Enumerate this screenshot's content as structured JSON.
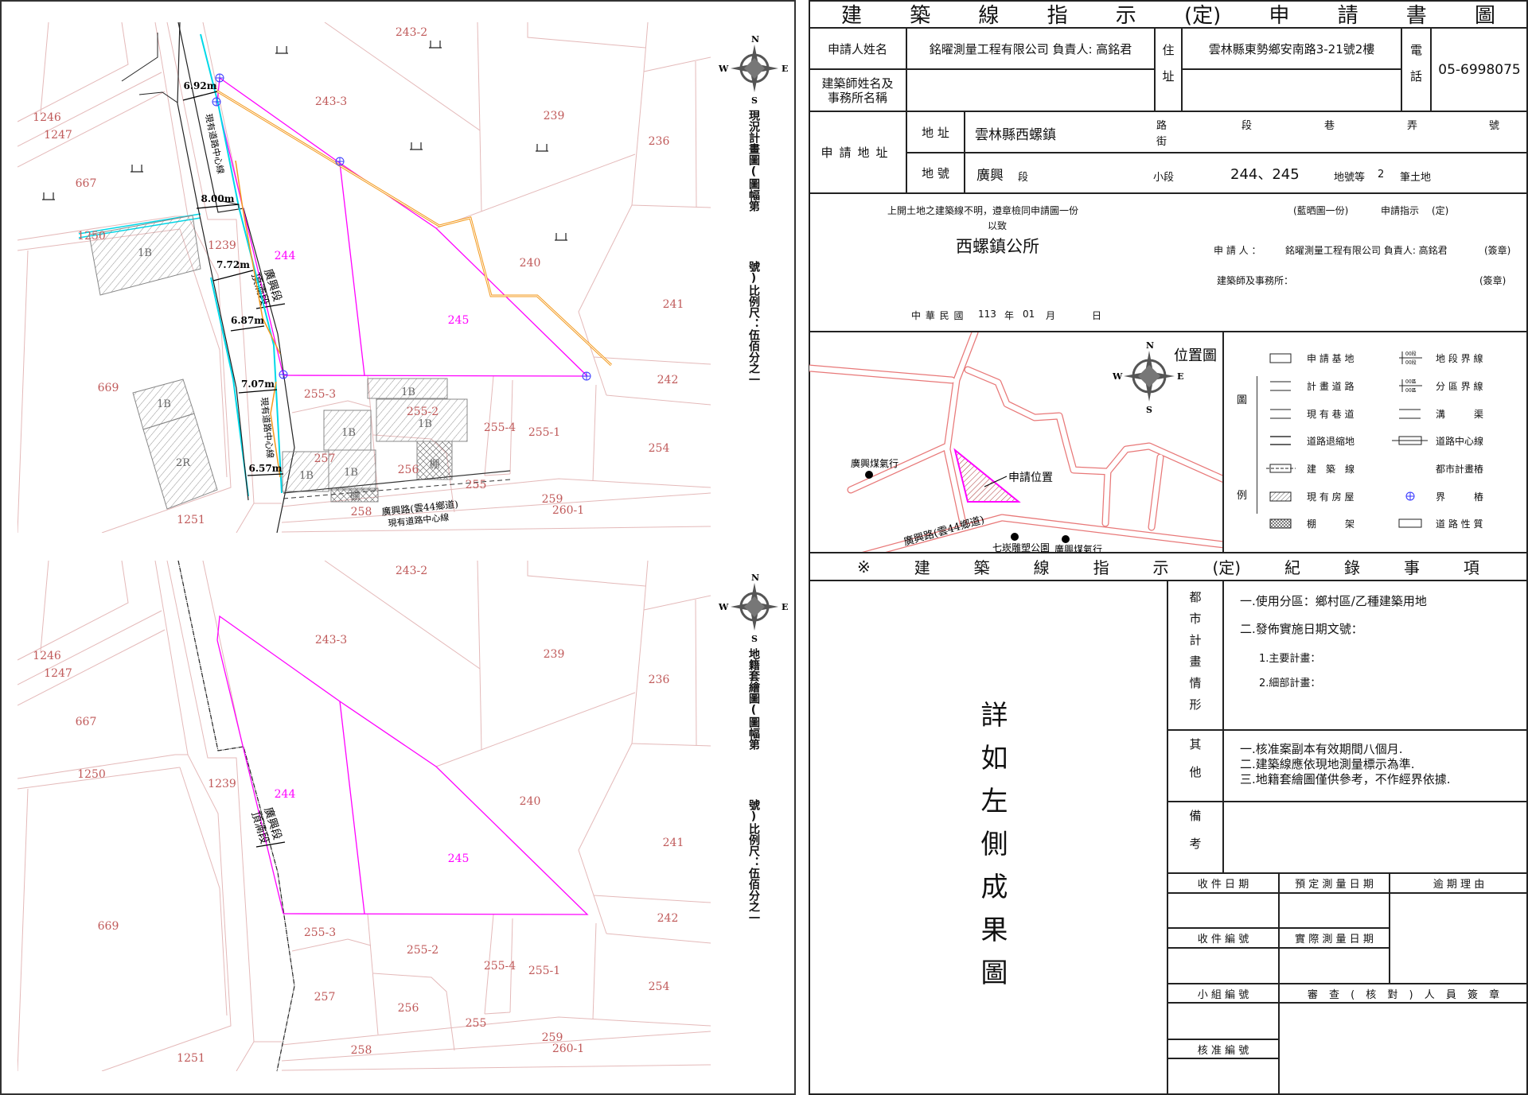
{
  "title": [
    "建",
    "築",
    "線",
    "指",
    "示",
    "(定)",
    "申",
    "請",
    "書",
    "圖"
  ],
  "applicant": {
    "name_label": "申請人姓名",
    "name_value": "銘曜測量工程有限公司  負責人: 高銘君",
    "architect_label": "建築師姓名及事務所名稱",
    "address_label": "住址",
    "address_value": "雲林縣東勢鄉安南路3-21號2樓",
    "phone_label": "電話",
    "phone_value": "05-6998075"
  },
  "site": {
    "label": "申請地址",
    "addr_label": "地 址",
    "addr_value": "雲林縣西螺鎮",
    "road": "路",
    "street": "街",
    "section": "段",
    "lane": "巷",
    "alley": "弄",
    "number": "號",
    "lot_label": "地 號",
    "lot_section": "廣興",
    "lot_section_unit": "段",
    "subsection": "小段",
    "lots": "244、245",
    "lot_count_label": "地號等",
    "lot_count": "2",
    "lot_count_unit": "筆土地"
  },
  "statement": {
    "line1": "上開土地之建築線不明，遵章檢同申請圖一份",
    "line2": "以致",
    "office": "西螺鎮公所",
    "blueprint": "(藍晒圖一份)",
    "request": "申請指示",
    "request_mode": "(定)",
    "applicant_label": "申 請 人 ：",
    "applicant_value": "銘曜測量工程有限公司  負責人: 高銘君",
    "seal1": "(簽章)",
    "architect_label": "建築師及事務所：",
    "seal2": "(簽章)",
    "date": {
      "era": "中 華 民 國",
      "year": "113",
      "year_unit": "年",
      "month": "01",
      "month_unit": "月",
      "day_unit": "日"
    }
  },
  "location_map": {
    "title": "位置圖",
    "site": "申請位置",
    "poi1": "廣興煤氣行",
    "poi2": "七崁雕塑公園",
    "poi3": "廣興煤氣行",
    "road": "廣興路(雲44鄉道)",
    "compass": {
      "n": "N",
      "e": "E",
      "s": "S",
      "w": "W"
    }
  },
  "legend": {
    "heading1": "圖",
    "heading2": "例",
    "items": [
      "申 請 基 地",
      "計 畫 道 路",
      "現 有 巷 道",
      "道路退縮地",
      "建　築　線",
      "現 有 房 屋",
      "棚　　　架",
      "地 段 界 線",
      "分 區 界 線",
      "溝　　　渠",
      "道路中心線",
      "都市計畫樁",
      "界　　　樁",
      "道 路 性 質"
    ]
  },
  "record": {
    "heading": [
      "※",
      "建",
      "築",
      "線",
      "指",
      "示",
      "(定)",
      "紀",
      "錄",
      "事",
      "項"
    ],
    "see_left": "詳如左側成果圖",
    "urban_label": "都市計畫情形",
    "urban_lines": [
      "一.使用分區：鄉村區/乙種建築用地",
      "二.發佈實施日期文號：",
      "1.主要計畫：",
      "2.細部計畫："
    ],
    "other_label": "其他",
    "other_lines": [
      "一.核准案副本有效期間八個月.",
      "二.建築線應依現地測量標示為準.",
      "三.地籍套繪圖僅供參考，不作經界依據."
    ],
    "remark_label": "備考",
    "received_date": "收 件 日 期",
    "scheduled_date": "預 定 測 量 日 期",
    "overdue_reason": "逾 期 理 由",
    "received_no": "收 件 編 號",
    "actual_date": "實 際 測 量 日 期",
    "group_no": "小 組 編 號",
    "reviewer_sign": "審 查 ( 核 對 ) 人 員 簽 章",
    "approval_no": "核 准 編 號"
  },
  "map": {
    "top_title_a": "現況計畫圖(圖幅第",
    "top_title_b": "號)比例尺：伍佰分之一",
    "bottom_title_a": "地籍套繪圖(圖幅第",
    "bottom_title_b": "號)比例尺：伍佰分之一",
    "compass": {
      "n": "N",
      "e": "E",
      "s": "S",
      "w": "W"
    },
    "parcel_labels": [
      "243-2",
      "243-3",
      "239",
      "236",
      "1246",
      "1247",
      "667",
      "1250",
      "1239",
      "244",
      "240",
      "241",
      "245",
      "669",
      "242",
      "255-3",
      "255-2",
      "255-4",
      "255-1",
      "254",
      "257",
      "256",
      "255",
      "259",
      "260-1",
      "258",
      "1251"
    ],
    "dimensions": [
      "6.92m",
      "8.00m",
      "7.72m",
      "6.87m",
      "7.07m",
      "6.57m"
    ],
    "centerline": "現有道路中心線",
    "section_a": "廣興段",
    "section_b": "頂湳段",
    "road_name": "廣興路(雲44鄉道)",
    "buildings": [
      "1B",
      "1B",
      "2R",
      "1B",
      "1B",
      "1B",
      "1B",
      "1B",
      "棚",
      "棚"
    ],
    "colors": {
      "parcel": "#c05a5a",
      "site": "#ff00ff",
      "building_line": "#f39a1e",
      "road_edge": "#00d8e8",
      "marker": "#3a3aff"
    }
  }
}
